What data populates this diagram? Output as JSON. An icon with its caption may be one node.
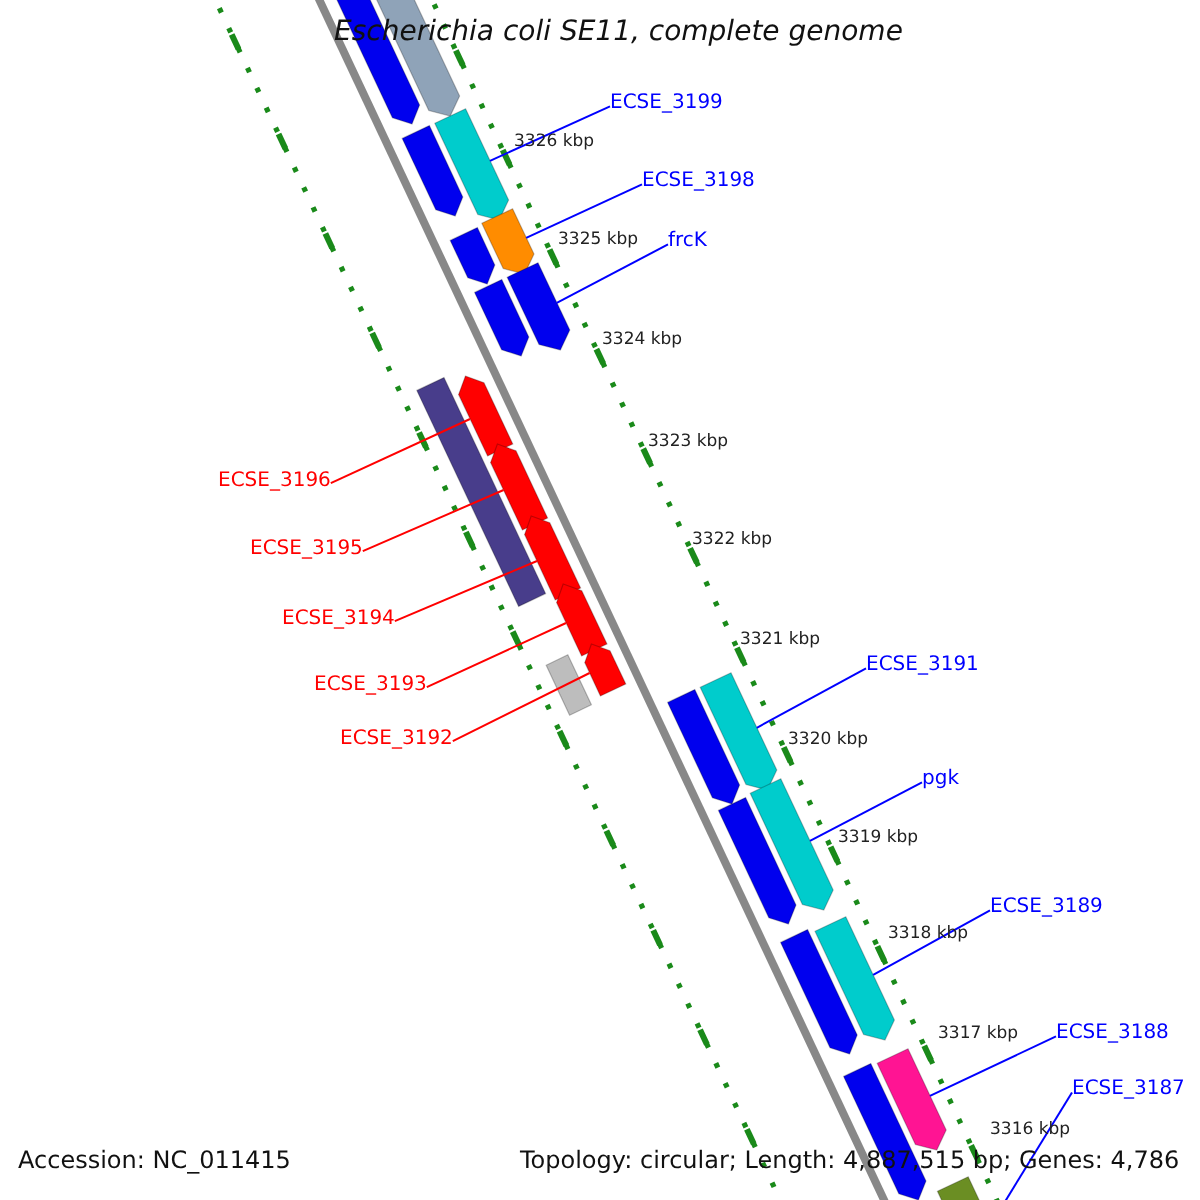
{
  "diagram": {
    "title": "Escherichia coli SE11, complete genome",
    "nodes": [
      {
        "text": [
          "ECSE_3199"
        ]
      },
      {
        "text": [
          "ECSE_3198"
        ]
      },
      {
        "text": [
          "frcK"
        ]
      },
      {
        "text": [
          "ECSE_3196"
        ]
      },
      {
        "text": [
          "ECSE_3195"
        ]
      },
      {
        "text": [
          "ECSE_3194"
        ]
      },
      {
        "text": [
          "ECSE_3191"
        ]
      },
      {
        "text": [
          "ECSE_3193"
        ]
      },
      {
        "text": [
          "ECSE_3192"
        ]
      },
      {
        "text": [
          "pgk"
        ]
      },
      {
        "text": [
          "ECSE_3189"
        ]
      },
      {
        "text": [
          "ECSE_3188"
        ]
      },
      {
        "text": [
          "ECSE_3187"
        ]
      },
      {
        "text": [],
        "shape": "arrow"
      },
      {
        "text": [],
        "shape": "arrow"
      },
      {
        "text": [],
        "shape": "arrow"
      },
      {
        "text": [],
        "shape": "arrow"
      },
      {
        "text": [],
        "shape": "arrow"
      },
      {
        "text": [],
        "shape": "arrow"
      },
      {
        "text": [],
        "shape": "arrow"
      },
      {
        "text": [],
        "shape": "arrow"
      },
      {
        "text": [],
        "shape": "arrow"
      },
      {
        "text": [],
        "shape": "bar"
      },
      {
        "text": [],
        "shape": "arrow"
      },
      {
        "text": [],
        "shape": "arrow"
      },
      {
        "text": [],
        "shape": "arrow"
      },
      {
        "text": [],
        "shape": "arrow"
      },
      {
        "text": [],
        "shape": "bar"
      },
      {
        "text": [],
        "shape": "arrow"
      },
      {
        "text": [],
        "shape": "arrow"
      },
      {
        "text": [],
        "shape": "arrow"
      },
      {
        "text": [],
        "shape": "arrow"
      },
      {
        "text": [],
        "shape": "arrow"
      },
      {
        "text": [],
        "shape": "arrow"
      },
      {
        "text": [],
        "shape": "arrow"
      },
      {
        "text": [],
        "shape": "arrow"
      },
      {
        "text": [],
        "shape": "arrow"
      }
    ],
    "edges": [
      {
        "from": 0,
        "to": 15,
        "arrow": "none"
      },
      {
        "from": 1,
        "to": 17,
        "arrow": "none"
      },
      {
        "from": 2,
        "to": 19,
        "arrow": "none"
      },
      {
        "from": 3,
        "to": 21,
        "arrow": "none",
        "color": "#ff0000"
      },
      {
        "from": 4,
        "to": 23,
        "arrow": "none",
        "color": "#ff0000"
      },
      {
        "from": 5,
        "to": 24,
        "arrow": "none",
        "color": "#ff0000"
      },
      {
        "from": 6,
        "to": 28,
        "arrow": "none"
      },
      {
        "from": 7,
        "to": 25,
        "arrow": "none",
        "color": "#ff0000"
      },
      {
        "from": 8,
        "to": 26,
        "arrow": "none",
        "color": "#ff0000"
      },
      {
        "from": 9,
        "to": 30,
        "arrow": "none"
      },
      {
        "from": 10,
        "to": 32,
        "arrow": "none"
      },
      {
        "from": 11,
        "to": 34,
        "arrow": "none"
      },
      {
        "from": 12,
        "to": 36,
        "arrow": "none"
      }
    ],
    "labels": [
      "3326 kbp",
      "3325 kbp",
      "3324 kbp",
      "3323 kbp",
      "3322 kbp",
      "3321 kbp",
      "3320 kbp",
      "3319 kbp",
      "3318 kbp",
      "3317 kbp",
      "3316 kbp",
      "Accession: NC_011415",
      "Topology: circular; Length: 4,887,515 bp; Genes: 4,786"
    ]
  }
}
